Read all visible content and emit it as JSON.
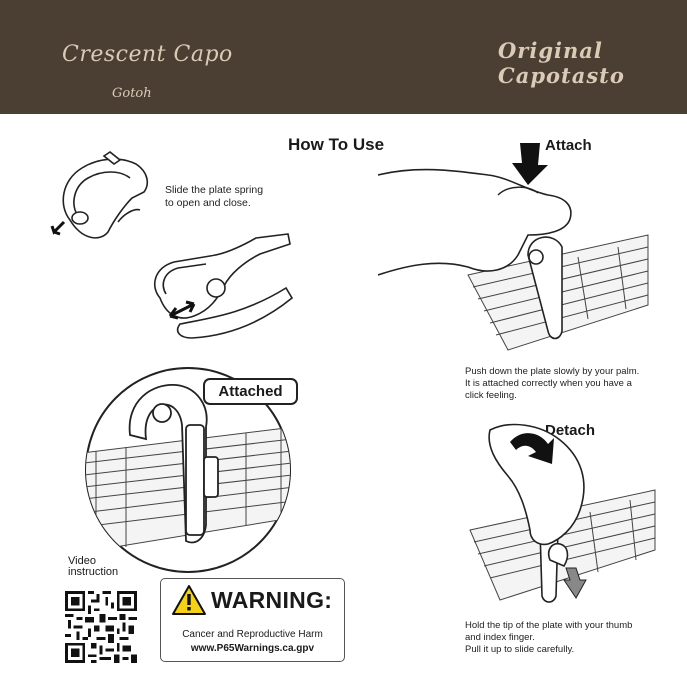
{
  "header": {
    "brand_name": "Crescent Capo",
    "brand_sub": "Gotoh",
    "slogan_line1": "Original",
    "slogan_line2": "Capotasto"
  },
  "sections": {
    "how_to_use": "How To Use",
    "attach": "Attach",
    "detach": "Detach"
  },
  "instructions": {
    "slide": [
      "Slide the plate spring",
      "to open and close."
    ],
    "push": [
      "Push down the plate slowly by your palm.",
      "It is attached correctly when you have a",
      "click feeling."
    ],
    "hold": [
      "Hold the tip of the plate with your thumb",
      "and index finger.",
      "Pull it up to slide carefully."
    ]
  },
  "attached_label": "Attached",
  "video": [
    "Video",
    "instruction"
  ],
  "warning": {
    "title": "WARNING:",
    "line1": "Cancer and Reproductive Harm",
    "line2": "www.P65Warnings.ca.gpv"
  },
  "colors": {
    "header_bg": "#4b3e33",
    "header_text": "#d9cbb6",
    "warning_yellow": "#f5d21a"
  },
  "icons": [
    "crescent-moon-icon",
    "warning-triangle-icon",
    "qr-code",
    "arrow-icon"
  ]
}
